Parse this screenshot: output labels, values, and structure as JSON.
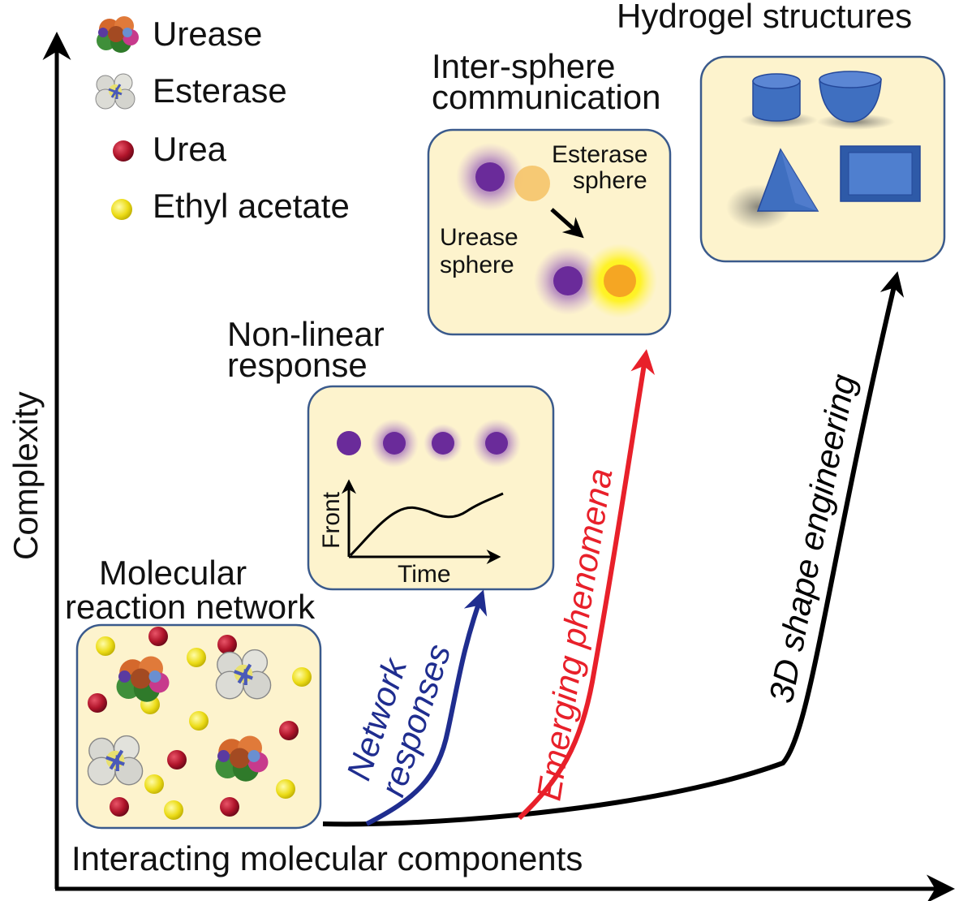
{
  "legend": {
    "urease": "Urease",
    "esterase": "Esterase",
    "urea": "Urea",
    "ethyl_acetate": "Ethyl acetate"
  },
  "axes": {
    "y_label": "Complexity",
    "x_label": "Interacting molecular components"
  },
  "panels": {
    "molecular": {
      "title_line1": "Molecular",
      "title_line2": "reaction network"
    },
    "nonlinear": {
      "title_line1": "Non-linear",
      "title_line2": "response",
      "plot_ylabel": "Front",
      "plot_xlabel": "Time"
    },
    "intersphere": {
      "title_line1": "Inter-sphere",
      "title_line2": "communication",
      "esterase_line1": "Esterase",
      "esterase_line2": "sphere",
      "urease_line1": "Urease",
      "urease_line2": "sphere"
    },
    "hydrogel": {
      "title": "Hydrogel structures"
    }
  },
  "arrows": {
    "network_line1": "Network",
    "network_line2": "responses",
    "emerging": "Emerging phenomena",
    "shape": "3D shape engineering"
  },
  "colors": {
    "panel_fill": "#fdf3cd",
    "panel_border": "#3a5a8c",
    "network_arrow": "#1f2d8f",
    "emerging_arrow": "#e8202a",
    "shape_arrow": "#000000",
    "urea": "#b0142a",
    "ethyl_acetate": "#f0e020",
    "sphere_purple": "#6a2b9a",
    "sphere_orange": "#f5a623",
    "hydrogel_blue": "#3f6fc0"
  }
}
